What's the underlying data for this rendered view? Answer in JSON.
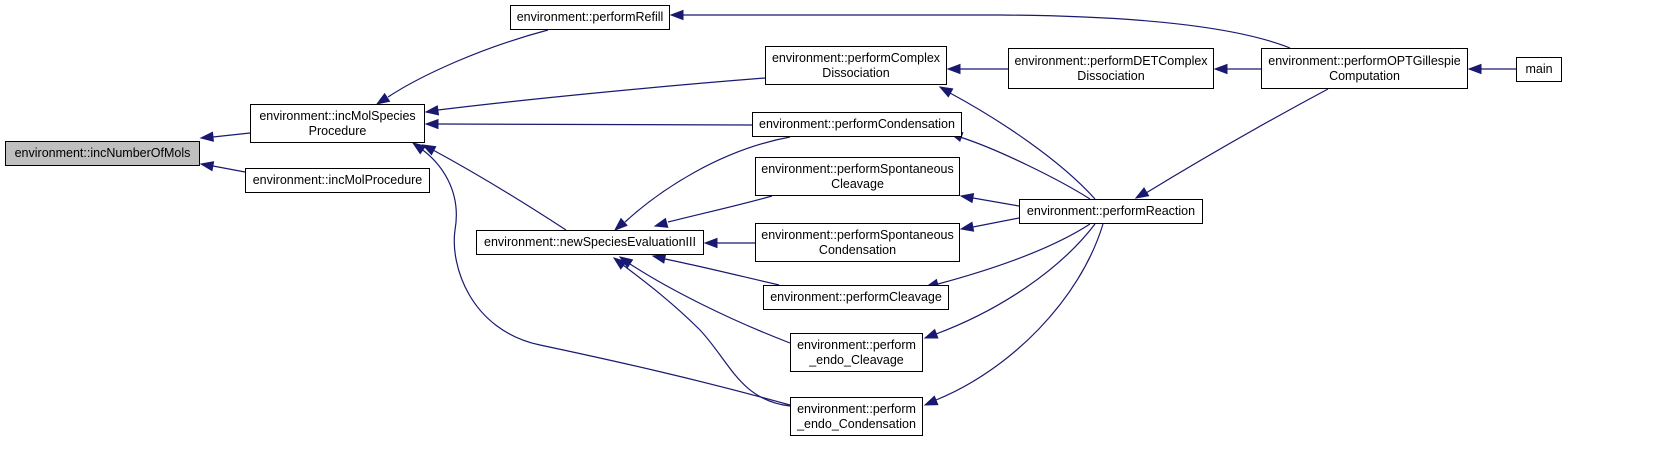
{
  "graph": {
    "direction": "right-to-left (callers on the right, callee on the left)",
    "edge_color": "#191970",
    "focus_fill": "#bfbfbf",
    "nodes": {
      "incNumberOfMols": [
        "environment::incNumberOfMols"
      ],
      "incMolSpeciesProcedure": [
        "environment::incMolSpecies",
        "Procedure"
      ],
      "incMolProcedure": [
        "environment::incMolProcedure"
      ],
      "newSpeciesEvaluationIII": [
        "environment::newSpeciesEvaluationIII"
      ],
      "performRefill": [
        "environment::performRefill"
      ],
      "performComplexDissociation": [
        "environment::performComplex",
        "Dissociation"
      ],
      "performCondensation": [
        "environment::performCondensation"
      ],
      "performSpontaneousCleavage": [
        "environment::performSpontaneous",
        "Cleavage"
      ],
      "performSpontaneousCondensation": [
        "environment::performSpontaneous",
        "Condensation"
      ],
      "performCleavage": [
        "environment::performCleavage"
      ],
      "perform_endo_Cleavage": [
        "environment::perform",
        "_endo_Cleavage"
      ],
      "perform_endo_Condensation": [
        "environment::perform",
        "_endo_Condensation"
      ],
      "performDETComplexDissociation": [
        "environment::performDETComplex",
        "Dissociation"
      ],
      "performReaction": [
        "environment::performReaction"
      ],
      "performOPTGillespieComputation": [
        "environment::performOPTGillespie",
        "Computation"
      ],
      "main": [
        "main"
      ]
    }
  }
}
